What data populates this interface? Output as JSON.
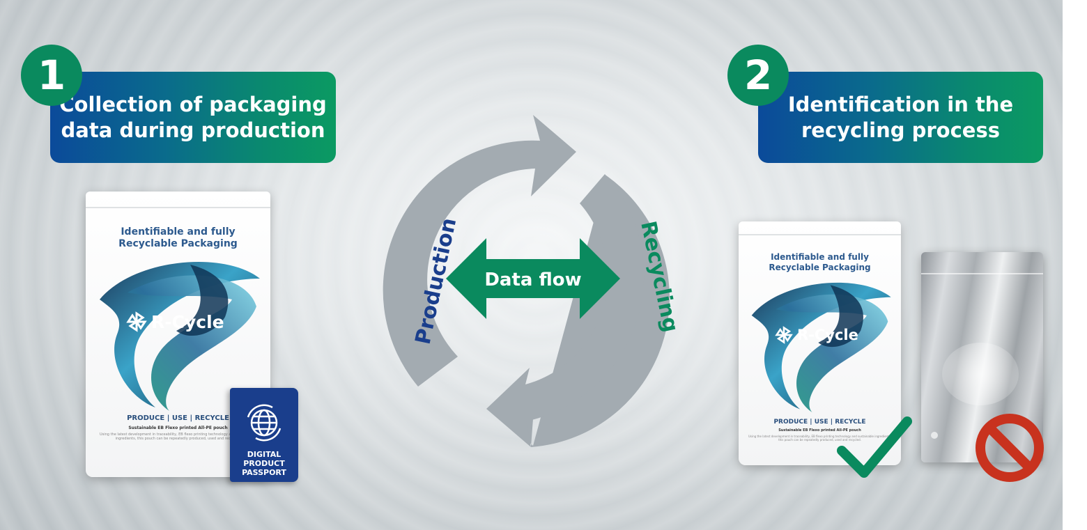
{
  "step1": {
    "number": "1",
    "title_line1": "Collection of packaging",
    "title_line2": "data during production"
  },
  "step2": {
    "number": "2",
    "title_line1": "Identification in the",
    "title_line2": "recycling process"
  },
  "cycle": {
    "left_label": "Production",
    "right_label": "Recycling",
    "center_label": "Data flow"
  },
  "pouch": {
    "title_line1": "Identifiable and fully",
    "title_line2": "Recyclable Packaging",
    "brand": "R-Cycle",
    "footer": "PRODUCE  |  USE  |  RECYCLE",
    "subline": "Sustainable EB Flexo printed All-PE pouch",
    "fine_print": "Using the latest development in traceability, EB flexo printing technology and sustainable ingredients, this pouch can be repeatedly produced, used and recycled."
  },
  "passport": {
    "line1": "DIGITAL",
    "line2": "PRODUCT",
    "line3": "PASSPORT"
  },
  "colors": {
    "green": "#0a8a5e",
    "blue": "#0b4a9a",
    "gray_arrow": "#a3abb1",
    "red": "#c8321e"
  }
}
